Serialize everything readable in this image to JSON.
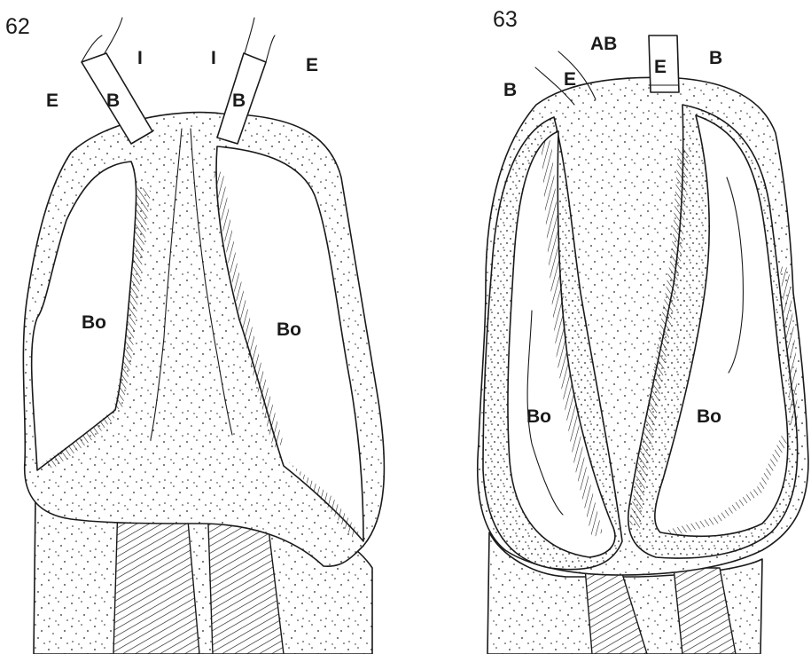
{
  "plate": {
    "figures": [
      {
        "number": "62",
        "labels": {
          "E_left": "E",
          "B_left": "B",
          "I_left": "I",
          "I_right": "I",
          "B_right": "B",
          "E_right": "E",
          "Bo_left": "Bo",
          "Bo_right": "Bo"
        }
      },
      {
        "number": "63",
        "labels": {
          "AB": "AB",
          "E_top": "E",
          "B_right": "B",
          "B_left": "B",
          "E_left": "E",
          "Bo_left": "Bo",
          "Bo_right": "Bo"
        }
      }
    ]
  }
}
